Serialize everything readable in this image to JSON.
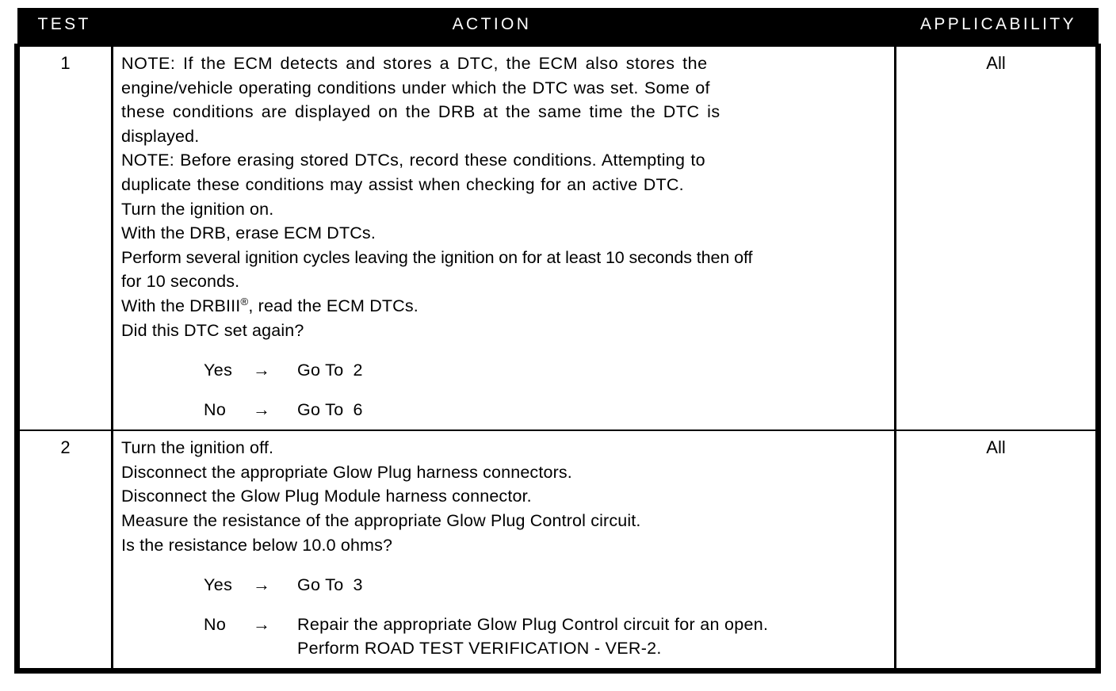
{
  "table": {
    "columns": [
      {
        "key": "test",
        "label": "TEST"
      },
      {
        "key": "action",
        "label": "ACTION"
      },
      {
        "key": "applicability",
        "label": "APPLICABILITY"
      }
    ],
    "rows": [
      {
        "test": "1",
        "applicability": "All",
        "action_lines": [
          "NOTE: If the ECM detects and stores a DTC, the ECM also stores the",
          "engine/vehicle operating conditions under which the DTC was set. Some of",
          "these conditions are displayed on the DRB at the same time the DTC is",
          "displayed.",
          "NOTE: Before erasing stored DTCs, record these conditions. Attempting to",
          "duplicate these conditions may assist when checking for an active DTC.",
          "Turn the ignition on.",
          "With the DRB, erase ECM DTCs.",
          "Perform several ignition cycles leaving the ignition on for at least 10 seconds then off",
          "for 10 seconds.",
          "With the DRBIII",
          ", read the ECM DTCs.",
          "Did this DTC set again?"
        ],
        "answers": [
          {
            "label": "Yes",
            "arrow": "→",
            "text": "Go To",
            "value": "2"
          },
          {
            "label": "No",
            "arrow": "→",
            "text": "Go To",
            "value": "6"
          }
        ]
      },
      {
        "test": "2",
        "applicability": "All",
        "action_lines": [
          "Turn the ignition off.",
          "Disconnect the appropriate Glow Plug harness connectors.",
          "Disconnect the Glow Plug Module harness connector.",
          "Measure the resistance of the appropriate Glow Plug Control circuit.",
          "Is the resistance below 10.0 ohms?"
        ],
        "answers": [
          {
            "label": "Yes",
            "arrow": "→",
            "text": "Go To",
            "value": "3"
          },
          {
            "label": "No",
            "arrow": "→",
            "text": "Repair the appropriate Glow Plug Control circuit for an open.",
            "text2": "Perform ROAD TEST VERIFICATION - VER-2.",
            "value": ""
          }
        ]
      }
    ]
  },
  "symbols": {
    "registered": "®"
  },
  "colors": {
    "header_background": "#000000",
    "header_text": "#ffffff",
    "body_background": "#ffffff",
    "body_text": "#000000",
    "border": "#000000"
  }
}
